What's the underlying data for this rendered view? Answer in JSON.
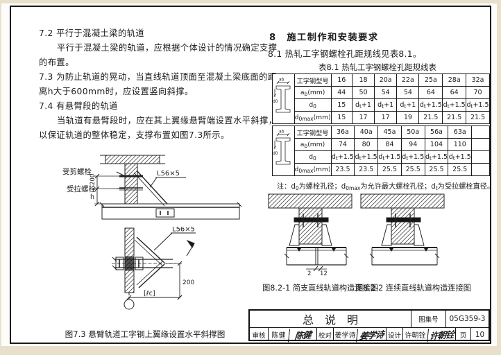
{
  "left_col": {
    "lines": [
      "7.2 平行于混凝土梁的轨道",
      "平行于混凝土梁的轨道，应根据个体设计的情况确定支撑",
      "的布置。",
      "7.3 为防止轨道的晃动，当直线轨道顶面至混凝土梁底面的距",
      "离h大于600mm时，应设置竖向斜撑。",
      "7.4 有悬臂段的轨道",
      "当轨道有悬臂段时，应在其上翼缘悬臂端设置水平斜撑，",
      "以保证轨道的整体稳定，支撑布置如图7.3所示。"
    ],
    "fig_elevation": {
      "shear_bolt_label": "受剪螺栓",
      "tension_bolt_label": "受拉螺栓",
      "angle_label": "L56×5",
      "dim_200": "200",
      "dim_h": "h"
    },
    "fig_plan": {
      "angle_label": "L56×5",
      "dim_200": "200",
      "dim_lc": "[ℓc]"
    },
    "fig_caption": "图7.3 悬臂轨道工字钢上翼缘设置水平斜撑图"
  },
  "right_col": {
    "heading": "8　施工制作和安装要求",
    "sub": "8.1 热轧工字钢螺栓孔距规线见表8.1。",
    "table_title": "表8.1 热轧工字钢螺栓孔距规线表",
    "note_html": "注：d<sub>0</sub>为螺栓孔径；d<sub>0max</sub>为允许最大螺栓孔径；d<sub>t</sub>为受拉螺栓直径。",
    "fig1_caption": "图8.2-1 简支直线轨道构造连接图",
    "fig2_caption": "图8.2-2 连续直线轨道构造连接图",
    "fig1_dims": {
      "gap": "2",
      "edge": "12"
    }
  },
  "table": {
    "row_labels_html": [
      "工字钢型号",
      "a<sub>b</sub>(mm)",
      "d<sub>0</sub>",
      "d<sub>0max</sub>(mm)"
    ],
    "diag_dim_top": "ab",
    "diag_dim_left": "d0",
    "block1": {
      "types": [
        "16",
        "18",
        "20a",
        "22a",
        "25a",
        "28a",
        "32a"
      ],
      "ab": [
        "44",
        "50",
        "54",
        "54",
        "64",
        "64",
        "70"
      ],
      "do_html": [
        "15",
        "d<sub>t</sub>+1",
        "d<sub>t</sub>+1",
        "d<sub>t</sub>+1",
        "d<sub>t</sub>+1.5",
        "d<sub>t</sub>+1.5",
        "d<sub>t</sub>+1.5"
      ],
      "domax": [
        "15",
        "17",
        "17",
        "19",
        "21.5",
        "21.5",
        "21.5"
      ]
    },
    "block2": {
      "types": [
        "36a",
        "40a",
        "45a",
        "50a",
        "56a",
        "63a",
        ""
      ],
      "ab": [
        "74",
        "80",
        "84",
        "94",
        "104",
        "110",
        ""
      ],
      "do_html": [
        "d<sub>t</sub>+1.5",
        "d<sub>t</sub>+1.5",
        "d<sub>t</sub>+1.5",
        "d<sub>t</sub>+1.5",
        "d<sub>t</sub>+1.5",
        "d<sub>t</sub>+1.5",
        ""
      ],
      "domax": [
        "23.5",
        "23.5",
        "25.5",
        "25.5",
        "25.5",
        "25.5",
        ""
      ]
    }
  },
  "title_block": {
    "title": "总说明",
    "atlas_label": "图集号",
    "atlas_no": "05G359-3",
    "page_label": "页",
    "page_no": "10",
    "check_label": "审核",
    "check_name": "陈健",
    "check_sig": "陈健",
    "proof_label": "校对",
    "proof_name": "姜学诗",
    "proof_sig": "姜学诗",
    "design_label": "设计",
    "design_name": "许朝铨",
    "design_sig": "许朝铨"
  }
}
